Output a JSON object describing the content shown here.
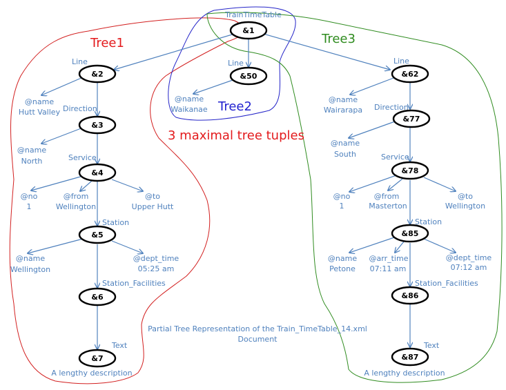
{
  "root_label": "TrainTimeTable",
  "nodes": {
    "n1": "&1",
    "n2": "&2",
    "n3": "&3",
    "n4": "&4",
    "n5": "&5",
    "n6": "&6",
    "n7": "&7",
    "n50": "&50",
    "n62": "&62",
    "n77": "&77",
    "n78": "&78",
    "n85": "&85",
    "n86": "&86",
    "n87": "&87"
  },
  "edge_labels": {
    "line_left": "Line",
    "line_mid": "Line",
    "line_right": "Line",
    "direction_left": "Direction",
    "direction_right": "Direction",
    "service_left": "Service",
    "service_right": "Service",
    "station_left": "Station",
    "station_right": "Station",
    "facilities_left": "Station_Facilities",
    "facilities_right": "Station_Facilities",
    "text_left": "Text",
    "text_right": "Text"
  },
  "attributes": {
    "name_hutt_key": "@name",
    "name_hutt_val": "Hutt Valley",
    "name_north_key": "@name",
    "name_north_val": "North",
    "no_left_key": "@no",
    "no_left_val": "1",
    "from_left_key": "@from",
    "from_left_val": "Wellington",
    "to_left_key": "@to",
    "to_left_val": "Upper Hutt",
    "name_wellington_key": "@name",
    "name_wellington_val": "Wellington",
    "dept_left_key": "@dept_time",
    "dept_left_val": "05:25 am",
    "desc_left": "A lengthy description",
    "name_waikanae_key": "@name",
    "name_waikanae_val": "Waikanae",
    "name_wairarapa_key": "@name",
    "name_wairarapa_val": "Wairarapa",
    "name_south_key": "@name",
    "name_south_val": "South",
    "no_right_key": "@no",
    "no_right_val": "1",
    "from_right_key": "@from",
    "from_right_val": "Masterton",
    "to_right_key": "@to",
    "to_right_val": "Wellington",
    "name_petone_key": "@name",
    "name_petone_val": "Petone",
    "arr_right_key": "@arr_time",
    "arr_right_val": "07:11 am",
    "dept_right_key": "@dept_time",
    "dept_right_val": "07:12 am",
    "desc_right": "A lengthy description"
  },
  "tree_labels": {
    "tree1": "Tree1",
    "tree2": "Tree2",
    "tree3": "Tree3",
    "tuples": "3 maximal tree tuples"
  },
  "caption": {
    "line1": "Partial Tree Representation of the Train_TimeTable_14.xml",
    "line2": "Document"
  },
  "colors": {
    "edge": "#4f81bd",
    "tree1": "#d21e1e",
    "tree2": "#2424c8",
    "tree3": "#2e8b1e"
  }
}
